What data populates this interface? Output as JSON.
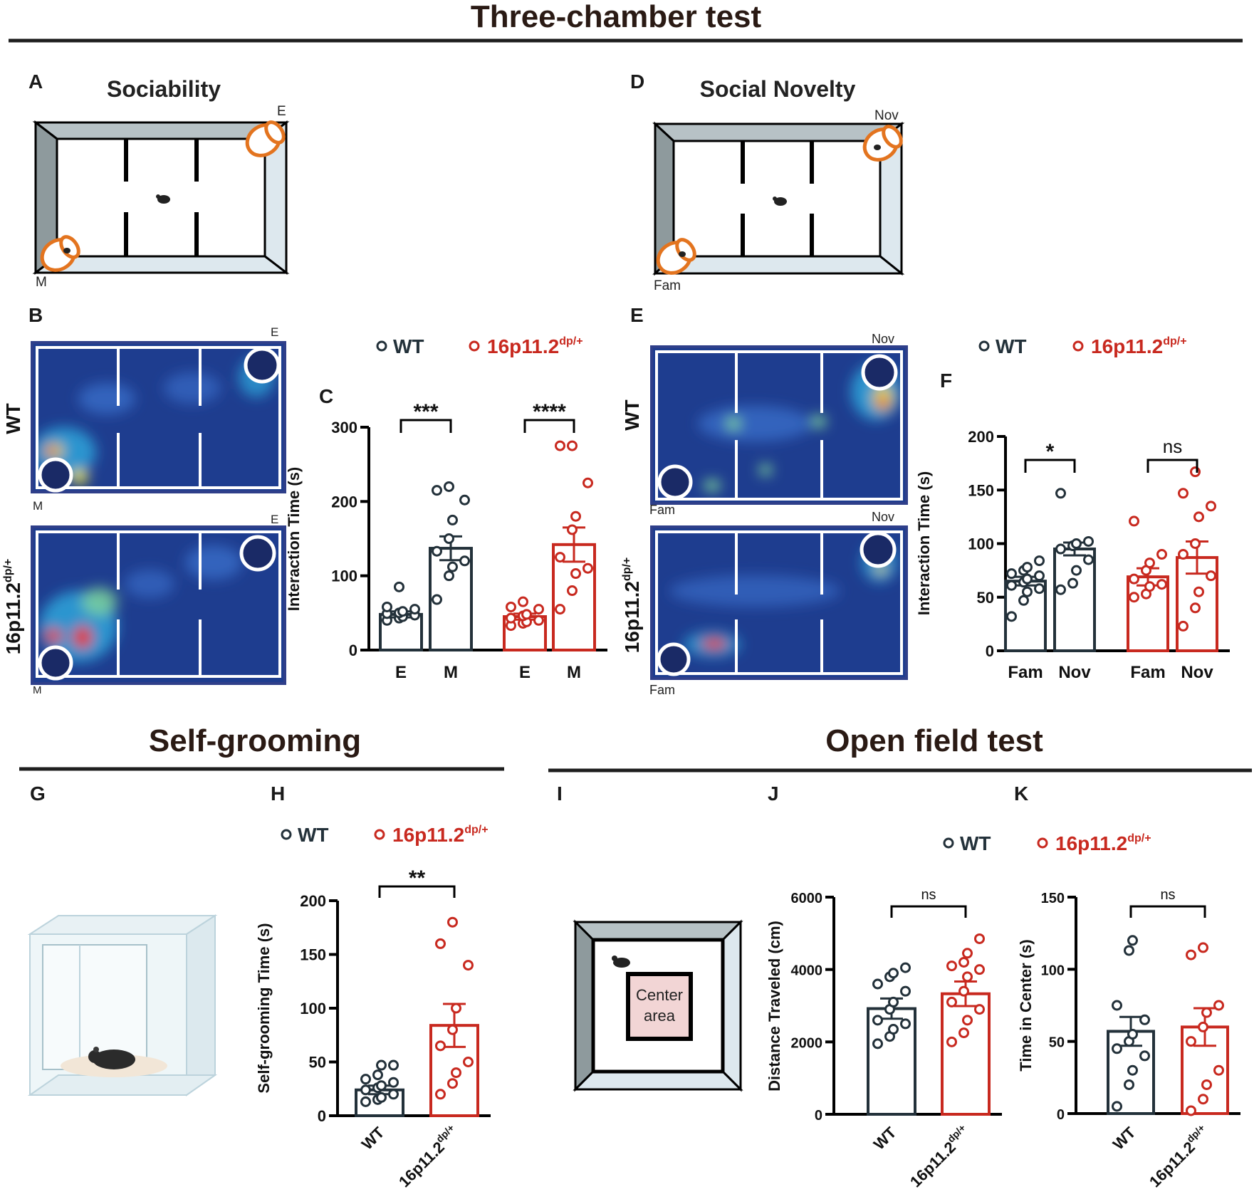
{
  "colors": {
    "wt": "#23313a",
    "dp": "#c8291f",
    "title": "#2a1a14",
    "wall": "#7f8c8d",
    "wall_light": "#dde8ee",
    "cyl": "#e3741f",
    "heat_bg": "#1e3d8f",
    "heat_frame": "#2f3f8a"
  },
  "legend": {
    "wt": "WT",
    "dp_base": "16p11.2",
    "dp_sup": "dp/+"
  },
  "sections": {
    "three_chamber": "Three-chamber test",
    "self_grooming": "Self-grooming",
    "open_field": "Open field test"
  },
  "panels": {
    "A": "A",
    "B": "B",
    "C": "C",
    "D": "D",
    "E": "E",
    "F": "F",
    "G": "G",
    "H": "H",
    "I": "I",
    "J": "J",
    "K": "K"
  },
  "diagrams": {
    "sociability": {
      "title": "Sociability",
      "top_label": "E",
      "bottom_label": "M"
    },
    "social_novelty": {
      "title": "Social Novelty",
      "top_label": "Nov",
      "bottom_label": "Fam"
    },
    "open_field": {
      "center_line1": "Center",
      "center_line2": "area"
    }
  },
  "heatmaps": {
    "B": {
      "row_wt": "WT",
      "row_dp_base": "16p11.2",
      "row_dp_sup": "dp/+",
      "top_label": "E",
      "bottom_label": "M"
    },
    "E": {
      "row_wt": "WT",
      "row_dp_base": "16p11.2",
      "row_dp_sup": "dp/+",
      "top_label": "Nov",
      "bottom_label": "Fam"
    }
  },
  "chart_data": [
    {
      "panel": "C",
      "type": "bar",
      "ylabel": "Interaction Time (s)",
      "ylim": [
        0,
        300
      ],
      "yticks": [
        0,
        100,
        200,
        300
      ],
      "categories": [
        "E",
        "M",
        "E",
        "M"
      ],
      "groups": [
        "WT",
        "WT",
        "16p11.2dp/+",
        "16p11.2dp/+"
      ],
      "values": [
        48,
        137,
        45,
        142
      ],
      "sem": [
        4,
        16,
        4,
        23
      ],
      "points": [
        [
          40,
          43,
          45,
          47,
          49,
          50,
          52,
          55,
          58,
          85
        ],
        [
          68,
          100,
          112,
          120,
          133,
          150,
          175,
          202,
          215,
          220
        ],
        [
          33,
          36,
          38,
          40,
          43,
          46,
          48,
          55,
          58,
          65
        ],
        [
          55,
          80,
          103,
          110,
          125,
          162,
          180,
          225,
          275,
          275
        ]
      ],
      "significance": [
        {
          "between": [
            0,
            1
          ],
          "label": "***"
        },
        {
          "between": [
            2,
            3
          ],
          "label": "****"
        }
      ]
    },
    {
      "panel": "F",
      "type": "bar",
      "ylabel": "Interaction Time (s)",
      "ylim": [
        0,
        200
      ],
      "yticks": [
        0,
        50,
        100,
        150,
        200
      ],
      "categories": [
        "Fam",
        "Nov",
        "Fam",
        "Nov"
      ],
      "groups": [
        "WT",
        "WT",
        "16p11.2dp/+",
        "16p11.2dp/+"
      ],
      "values": [
        65,
        95,
        69,
        87
      ],
      "sem": [
        4,
        6,
        8,
        15
      ],
      "points": [
        [
          32,
          47,
          55,
          58,
          61,
          64,
          67,
          70,
          72,
          75,
          78,
          84
        ],
        [
          57,
          63,
          75,
          85,
          95,
          98,
          100,
          102,
          147
        ],
        [
          50,
          53,
          60,
          62,
          67,
          75,
          82,
          90,
          121
        ],
        [
          23,
          40,
          55,
          70,
          90,
          100,
          125,
          135,
          147,
          167
        ]
      ],
      "significance": [
        {
          "between": [
            0,
            1
          ],
          "label": "*"
        },
        {
          "between": [
            2,
            3
          ],
          "label": "ns"
        }
      ]
    },
    {
      "panel": "H",
      "type": "bar",
      "ylabel": "Self-grooming Time (s)",
      "ylim": [
        0,
        200
      ],
      "yticks": [
        0,
        50,
        100,
        150,
        200
      ],
      "categories": [
        "WT",
        "16p11.2dp/+"
      ],
      "values": [
        24,
        84
      ],
      "sem": [
        4,
        20
      ],
      "points": [
        [
          13,
          15,
          17,
          20,
          24,
          26,
          28,
          31,
          34,
          38,
          47,
          47
        ],
        [
          20,
          30,
          40,
          50,
          65,
          80,
          100,
          140,
          160,
          180
        ]
      ],
      "significance": [
        {
          "between": [
            0,
            1
          ],
          "label": "**"
        }
      ]
    },
    {
      "panel": "J",
      "type": "bar",
      "ylabel": "Distance Traveled (cm)",
      "ylim": [
        0,
        6000
      ],
      "yticks": [
        0,
        2000,
        4000,
        6000
      ],
      "categories": [
        "WT",
        "16p11.2dp/+"
      ],
      "values": [
        2920,
        3330
      ],
      "sem": [
        280,
        340
      ],
      "points": [
        [
          1950,
          2150,
          2350,
          2500,
          2600,
          2900,
          3100,
          3400,
          3600,
          3800,
          3900,
          4050
        ],
        [
          2000,
          2250,
          2600,
          2900,
          3100,
          3400,
          3800,
          4000,
          4100,
          4200,
          4450,
          4850
        ]
      ],
      "significance": [
        {
          "between": [
            0,
            1
          ],
          "label": "ns"
        }
      ]
    },
    {
      "panel": "K",
      "type": "bar",
      "ylabel": "Time in Center (s)",
      "ylim": [
        0,
        150
      ],
      "yticks": [
        0,
        50,
        100,
        150
      ],
      "categories": [
        "WT",
        "16p11.2dp/+"
      ],
      "values": [
        57,
        60
      ],
      "sem": [
        10,
        13
      ],
      "points": [
        [
          5,
          20,
          30,
          40,
          45,
          50,
          55,
          65,
          75,
          113,
          120
        ],
        [
          2,
          10,
          20,
          30,
          50,
          60,
          70,
          75,
          110,
          115
        ]
      ],
      "significance": [
        {
          "between": [
            0,
            1
          ],
          "label": "ns"
        }
      ]
    }
  ]
}
